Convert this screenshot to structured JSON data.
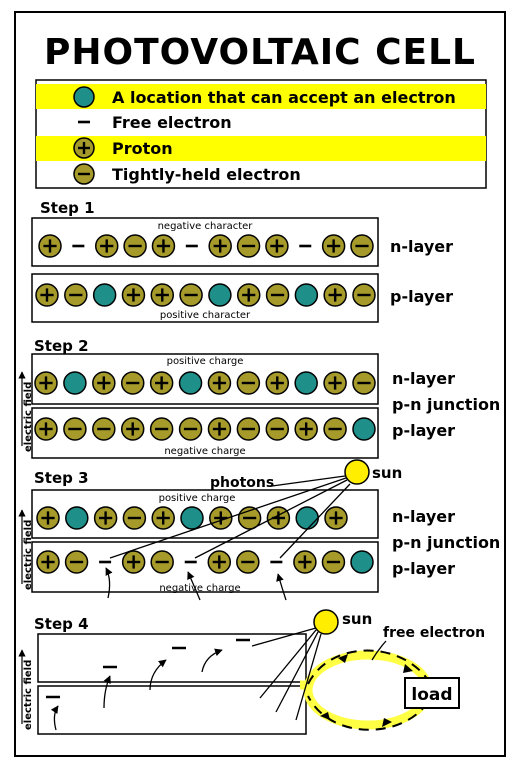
{
  "title": "PHOTOVOLTAIC CELL",
  "colors": {
    "highlight": "#ffff00",
    "olive": "#a69a2a",
    "teal": "#1f8f8a",
    "sun": "#ffee00",
    "line": "#000000"
  },
  "legend": [
    {
      "symbol": "hole",
      "label": "A location that can accept an electron",
      "highlight": true
    },
    {
      "symbol": "electron",
      "label": "Free electron",
      "highlight": false
    },
    {
      "symbol": "proton",
      "label": "Proton",
      "highlight": true
    },
    {
      "symbol": "bound",
      "label": "Tightly-held electron",
      "highlight": false
    }
  ],
  "steps": {
    "step1": {
      "title": "Step 1",
      "n_caption": "negative character",
      "p_caption": "positive character",
      "n_label": "n-layer",
      "p_label": "p-layer",
      "n_row": "P e P B P e P B P e P B",
      "p_row": "P B H P P B H P B H P B"
    },
    "step2": {
      "title": "Step 2",
      "n_caption": "positive charge",
      "p_caption": "negative charge",
      "n_label": "n-layer",
      "junction_label": "p-n junction",
      "p_label": "p-layer",
      "field_label": "electric field",
      "n_row": "P H P B P H P B P H P B",
      "p_row": "P B B P B B P B B P B H"
    },
    "step3": {
      "title": "Step 3",
      "photons_label": "photons",
      "sun_label": "sun",
      "n_caption": "positive charge",
      "p_caption": "negative charge",
      "n_label": "n-layer",
      "junction_label": "p-n junction",
      "p_label": "p-layer",
      "field_label": "electric field",
      "n_row": "P H P B P H P B P H P",
      "p_row": "P B e P B e P B e P B H"
    },
    "step4": {
      "title": "Step 4",
      "sun_label": "sun",
      "free_electron_label": "free electron",
      "load_label": "load",
      "field_label": "electric field"
    }
  }
}
